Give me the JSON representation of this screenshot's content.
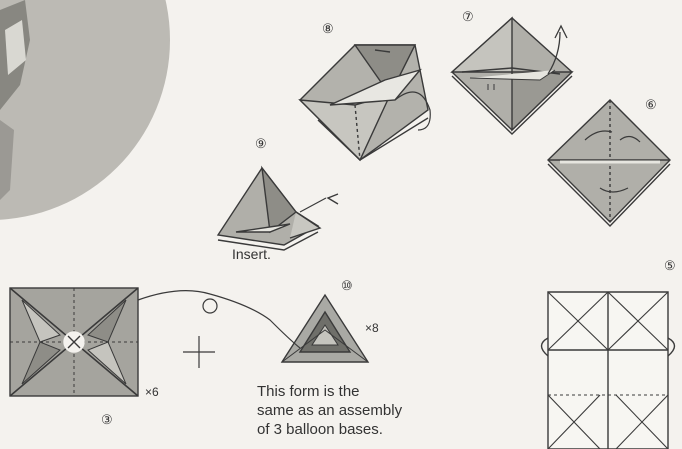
{
  "steps": {
    "s3": "③",
    "s5": "⑤",
    "s6": "⑥",
    "s7": "⑦",
    "s8": "⑧",
    "s9": "⑨",
    "s10": "⑩"
  },
  "labels": {
    "insert": "Insert.",
    "mult_6": "×6",
    "mult_8": "×8",
    "plus": "+"
  },
  "caption": {
    "line1": "This form is the",
    "line2": "same as an assembly",
    "line3": "of 3 balloon bases."
  },
  "colors": {
    "paper": "#f4f2ee",
    "fold_gray": "#a9a9a4",
    "dark_gray": "#6f6f6a",
    "light_gray": "#c9c8c2",
    "ink": "#3a3a3a",
    "photo_circle": "#bdbcb6"
  }
}
